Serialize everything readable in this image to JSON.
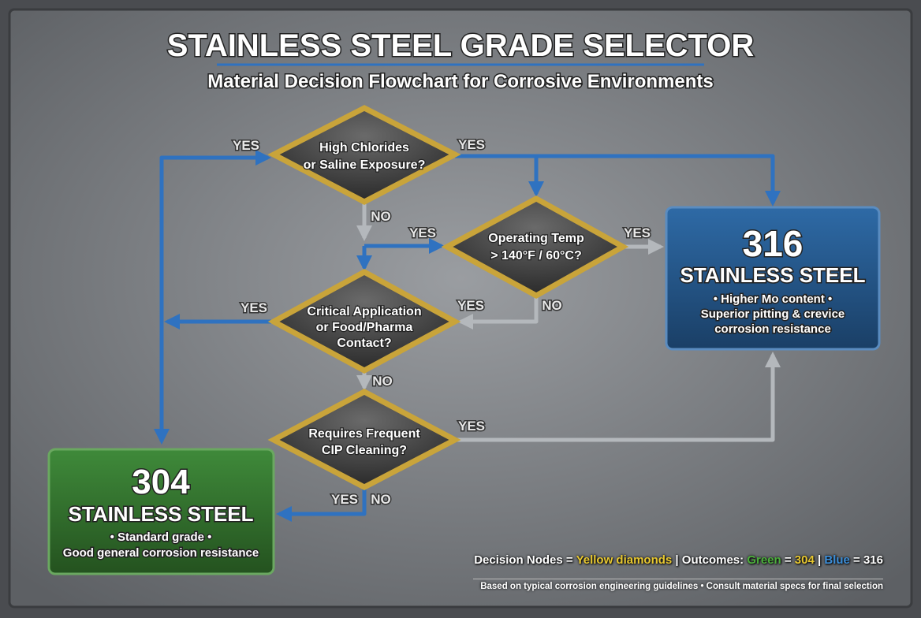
{
  "title": "STAINLESS STEEL GRADE SELECTOR",
  "subtitle": "Material Decision Flowchart for Corrosive Environments",
  "nodes": {
    "chlorides": [
      "High Chlorides",
      "or Saline Exposure?"
    ],
    "temp": [
      "Operating Temp",
      "> 140°F / 60°C?"
    ],
    "critical": [
      "Critical Application",
      "or Food/Pharma",
      "Contact?"
    ],
    "cip": [
      "Requires Frequent",
      "CIP Cleaning?"
    ]
  },
  "outcomes": {
    "g316": {
      "number": "316",
      "name": "STAINLESS STEEL",
      "notes": [
        "• Higher Mo content •",
        "Superior pitting & crevice",
        "corrosion resistance"
      ],
      "color": "#1f4f7e"
    },
    "g304": {
      "number": "304",
      "name": "STAINLESS STEEL",
      "notes": [
        "• Standard grade •",
        "Good general corrosion resistance"
      ],
      "color": "#2f6a2c"
    }
  },
  "edge_labels": {
    "yes": "YES",
    "no": "NO"
  },
  "legend": {
    "prefix": "Decision Nodes = ",
    "yellow": "Yellow diamonds",
    "mid": " | Outcomes: ",
    "green": "Green",
    "eq1": " = ",
    "v304": "304",
    "sep": " | ",
    "blue": "Blue",
    "eq2": " = 316"
  },
  "footer": "Based on typical corrosion engineering guidelines • Consult material specs for final selection",
  "colors": {
    "yes_path": "#2f72c0",
    "no_path": "#b4b8bc",
    "diamond_border": "#c9a43a",
    "background": "#7d8084"
  }
}
